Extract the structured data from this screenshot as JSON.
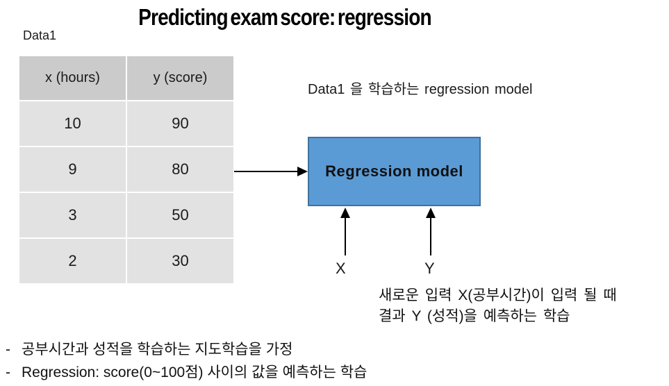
{
  "title": "Predicting exam score: regression",
  "table": {
    "caption": "Data1",
    "headers": [
      "x (hours)",
      "y (score)"
    ],
    "rows": [
      [
        "10",
        "90"
      ],
      [
        "9",
        "80"
      ],
      [
        "3",
        "50"
      ],
      [
        "2",
        "30"
      ]
    ]
  },
  "diagram": {
    "box_label": "Regression model",
    "x_label": "X",
    "y_label": "Y"
  },
  "captions": {
    "model": "Data1 을 학습하는 regression model",
    "note_line1": "새로운 입력 X(공부시간)이 입력 될 때",
    "note_line2": "결과 Y (성적)을 예측하는 학습"
  },
  "bullets": {
    "marker": "-",
    "items": [
      "공부시간과 성적을 학습하는 지도학습을 가정",
      "Regression: score(0~100점) 사이의 값을 예측하는 학습"
    ]
  },
  "colors": {
    "box_fill": "#5b9bd5",
    "box_border": "#41719c",
    "table_header_bg": "#cbcbcb",
    "table_row_bg": "#e2e2e2",
    "arrow": "#000000"
  }
}
